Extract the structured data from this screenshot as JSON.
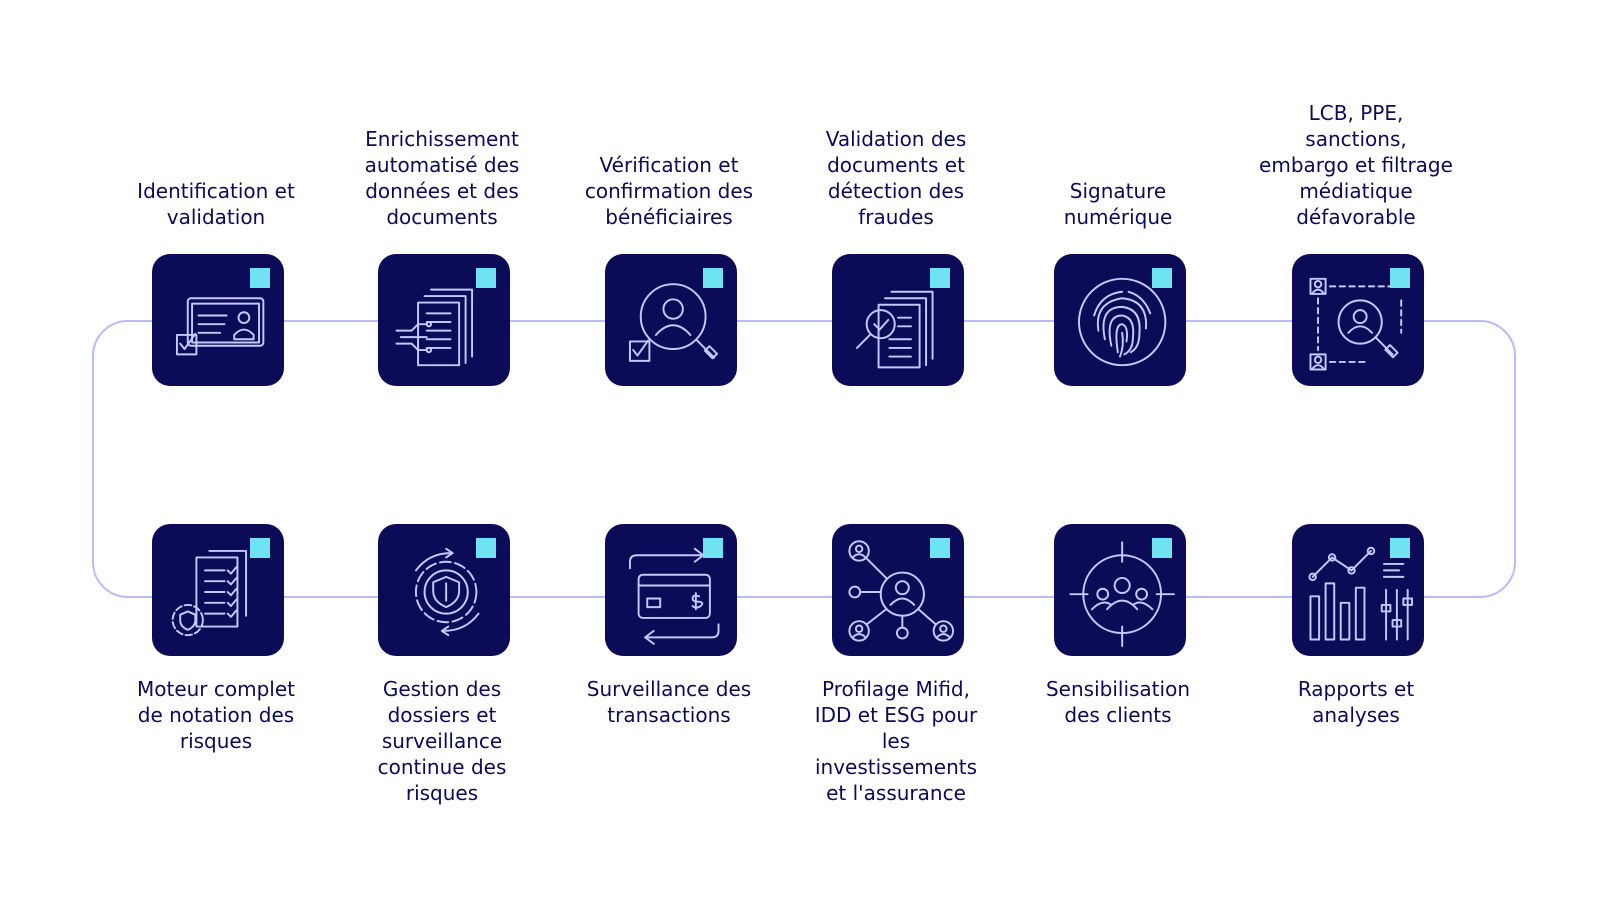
{
  "colors": {
    "tile": "#0c0b58",
    "accent": "#6fe3f2",
    "connector": "#b9bcf4",
    "icon_stroke": "#c5c8ff",
    "text": "#0c0b58"
  },
  "top_row": [
    {
      "icon": "id-card-check-icon",
      "label": "Identification et\nvalidation"
    },
    {
      "icon": "documents-data-icon",
      "label": "Enrichissement\nautomatisé des\ndonnées et des\ndocuments"
    },
    {
      "icon": "person-search-icon",
      "label": "Vérification et\nconfirmation des\nbénéficiaires"
    },
    {
      "icon": "document-magnifier-check-icon",
      "label": "Validation des\ndocuments et\ndétection des\nfraudes"
    },
    {
      "icon": "fingerprint-icon",
      "label": "Signature\nnumérique"
    },
    {
      "icon": "network-person-search-icon",
      "label": "LCB, PPE,\nsanctions,\nembargo et filtrage\nmédiatique\ndéfavorable"
    }
  ],
  "bottom_row": [
    {
      "icon": "checklist-shield-gear-icon",
      "label": "Moteur complet\nde notation des\nrisques"
    },
    {
      "icon": "gear-shield-cycle-icon",
      "label": "Gestion des\ndossiers et\nsurveillance\ncontinue des\nrisques"
    },
    {
      "icon": "card-transfer-icon",
      "label": "Surveillance des\ntransactions"
    },
    {
      "icon": "people-network-icon",
      "label": "Profilage Mifid,\nIDD et ESG pour\nles\ninvestissements\net l'assurance"
    },
    {
      "icon": "target-group-icon",
      "label": "Sensibilisation\ndes clients"
    },
    {
      "icon": "analytics-chart-icon",
      "label": "Rapports et\nanalyses"
    }
  ]
}
